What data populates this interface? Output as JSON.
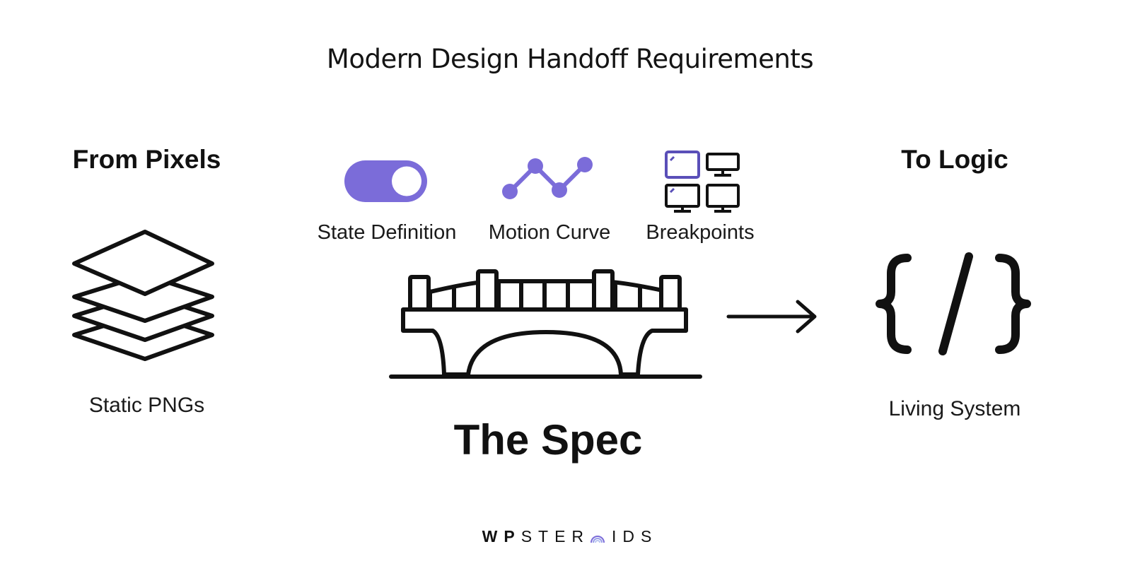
{
  "title": "Modern Design Handoff Requirements",
  "left": {
    "heading": "From Pixels",
    "caption": "Static PNGs",
    "icon": "stacked-layers-icon"
  },
  "center": {
    "features": [
      {
        "label": "State Definition",
        "icon": "toggle-switch-icon"
      },
      {
        "label": "Motion Curve",
        "icon": "motion-curve-icon"
      },
      {
        "label": "Breakpoints",
        "icon": "devices-breakpoints-icon"
      }
    ],
    "bridge_icon": "bridge-icon",
    "caption": "The Spec"
  },
  "arrow_icon": "arrow-right-icon",
  "right": {
    "heading": "To Logic",
    "caption": "Living System",
    "icon": "code-braces-icon"
  },
  "brand": {
    "text_bold": "WP",
    "text_rest": "STER",
    "logo_icon": "arc-o-icon",
    "text_end": "IDS"
  },
  "colors": {
    "accent": "#7b6cd9",
    "text": "#111111",
    "background": "#ffffff"
  }
}
